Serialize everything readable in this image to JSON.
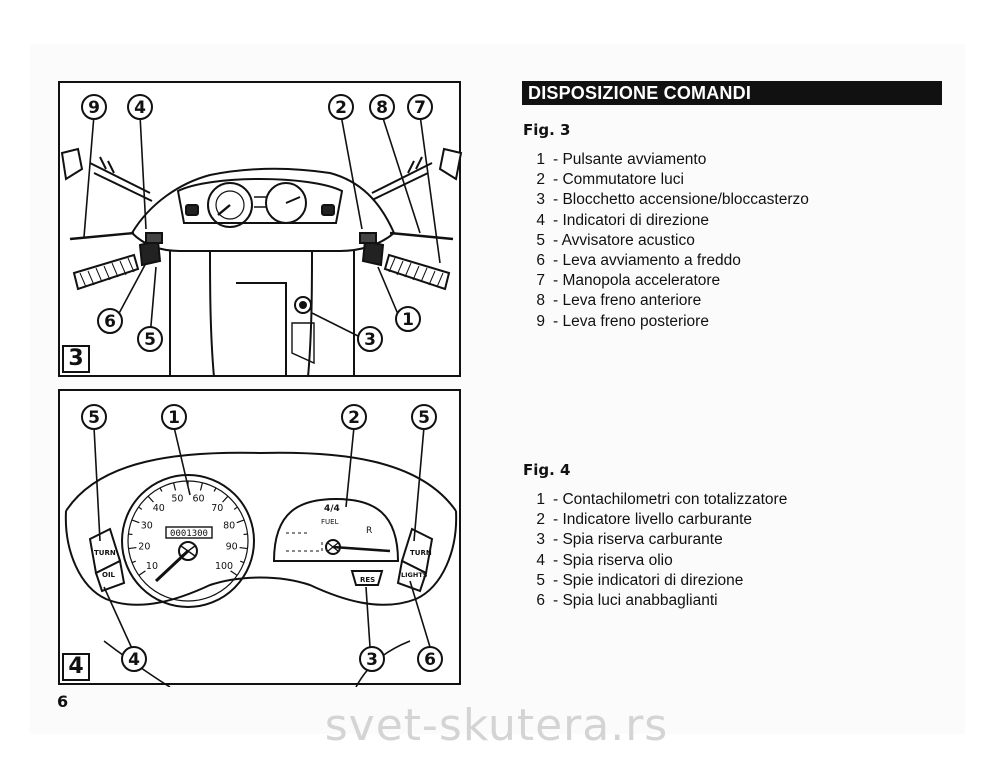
{
  "section_title": "DISPOSIZIONE COMANDI",
  "fig3": {
    "label": "Fig. 3",
    "panel_number": "3",
    "callouts": [
      "9",
      "4",
      "2",
      "8",
      "7",
      "6",
      "5",
      "3",
      "1"
    ],
    "items": [
      {
        "n": "1",
        "text": "- Pulsante avviamento"
      },
      {
        "n": "2",
        "text": "- Commutatore luci"
      },
      {
        "n": "3",
        "text": "- Blocchetto accensione/bloccasterzo"
      },
      {
        "n": "4",
        "text": "- Indicatori di direzione"
      },
      {
        "n": "5",
        "text": "- Avvisatore acustico"
      },
      {
        "n": "6",
        "text": "- Leva avviamento a freddo"
      },
      {
        "n": "7",
        "text": "- Manopola acceleratore"
      },
      {
        "n": "8",
        "text": "- Leva freno anteriore"
      },
      {
        "n": "9",
        "text": "- Leva freno posteriore"
      }
    ]
  },
  "fig4": {
    "label": "Fig. 4",
    "panel_number": "4",
    "callouts": [
      "5",
      "1",
      "2",
      "5",
      "4",
      "3",
      "6"
    ],
    "dashboard_labels": {
      "turn_left": "TURN",
      "oil": "OIL",
      "turn_right": "TURN",
      "lights": "LIGHTS",
      "res": "RES",
      "fuel": "FUEL",
      "fuel_full": "4/4",
      "fuel_reserve": "R",
      "odometer": "0001300"
    },
    "speed_scale": [
      "10",
      "20",
      "30",
      "40",
      "50",
      "60",
      "70",
      "80",
      "90",
      "100"
    ],
    "items": [
      {
        "n": "1",
        "text": "- Contachilometri con totalizzatore"
      },
      {
        "n": "2",
        "text": "- Indicatore livello carburante"
      },
      {
        "n": "3",
        "text": "- Spia riserva carburante"
      },
      {
        "n": "4",
        "text": "- Spia riserva olio"
      },
      {
        "n": "5",
        "text": "- Spie indicatori di direzione"
      },
      {
        "n": "6",
        "text": "- Spia luci anabbaglianti"
      }
    ]
  },
  "page_number": "6",
  "watermark": "svet-skutera.rs"
}
